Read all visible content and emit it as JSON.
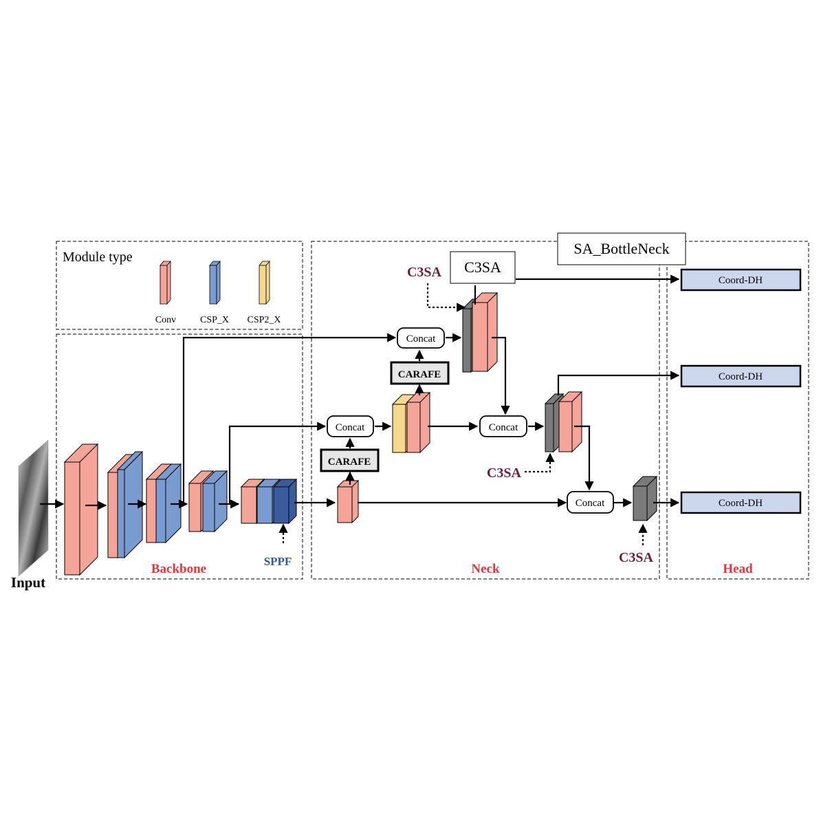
{
  "legend": {
    "title": "Module type",
    "items": [
      {
        "label": "Conv",
        "color": "#f5a597"
      },
      {
        "label": "CSP_X",
        "color": "#7a9bd0"
      },
      {
        "label": "CSP2_X",
        "color": "#f7d98e"
      }
    ]
  },
  "labels": {
    "input": "Input",
    "backbone": "Backbone",
    "sppf": "SPPF",
    "neck": "Neck",
    "head": "Head",
    "c3sa": "C3SA",
    "c3sa_box": "C3SA",
    "sa_bottleneck": "SA_BottleNeck",
    "concat": "Concat",
    "carafe": "CARAFE",
    "coord_dh": "Coord-DH"
  },
  "colors": {
    "conv": "#f5a597",
    "csp": "#7a9bd0",
    "csp2": "#f7d98e",
    "sppf": "#3a5c9e",
    "c3sa": "#7a7a7a",
    "coord_dh": "#ccd7ee",
    "section_label": "#e0383a",
    "c3sa_label": "#6b1e3a",
    "sppf_label": "#2a5aa8"
  }
}
